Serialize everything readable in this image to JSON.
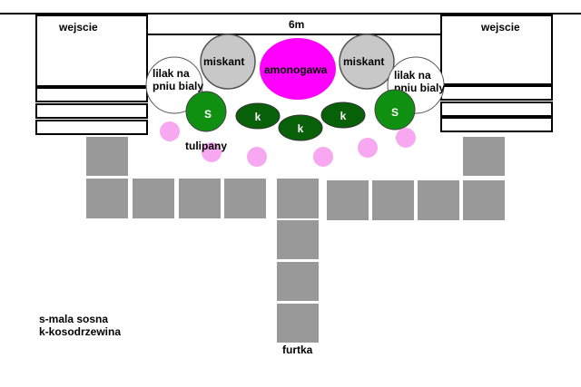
{
  "labels": {
    "entrance_left": "wejscie",
    "entrance_right": "wejscie",
    "width": "6m",
    "miscanthus_left": "miskant",
    "miscanthus_right": "miskant",
    "center_plant": "amonogawa",
    "lilac_left_line1": "lilak na",
    "lilac_left_line2": "pniu bialy",
    "lilac_right_line1": "lilak na",
    "lilac_right_line2": "pniu bialy",
    "pine_left": "S",
    "pine_right": "S",
    "kosodrzewina_1": "k",
    "kosodrzewina_2": "k",
    "kosodrzewina_3": "k",
    "tulips": "tulipany",
    "gate": "furtka"
  },
  "legend": {
    "line1": "s-mala sosna",
    "line2": "k-kosodrzewina"
  },
  "colors": {
    "paving": "#999999",
    "miscanthus": "#c8c8c8",
    "amonogawa": "#ff00ff",
    "pine": "#109010",
    "kosodrzewina": "#086008",
    "tulip": "#f8a8f0",
    "outline": "#000000"
  }
}
